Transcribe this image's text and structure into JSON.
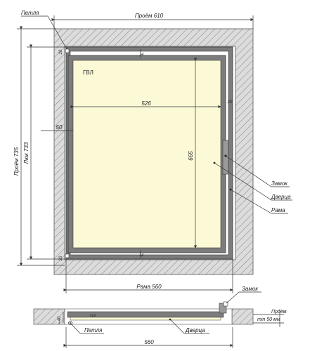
{
  "colors": {
    "wall": "#dcdcdc",
    "hatch": "#8a8a8a",
    "frame": "#7c7c7c",
    "panel": "#fbf9d6",
    "outline": "#3a3a3a"
  },
  "labels": {
    "opening_width": "Проём 610",
    "opening_height": "Проём 735",
    "hatch_height": "Люк 733",
    "frame_width": "Рама 560",
    "panel_width": "526",
    "panel_height": "665",
    "material": "ГВЛ",
    "hinge": "Петля",
    "lock": "Замок",
    "door": "Дверца",
    "frame": "Рама",
    "offset_50": "50",
    "gap_20_tl": "20",
    "gap_20_bl": "20",
    "gap_20_r": "20",
    "gap_14_top": "14",
    "gap_14_bottom": "14",
    "section_lock": "Замок",
    "section_opening_line1": "Проём",
    "section_opening_line2": "min 50 мм",
    "section_hinge": "Петля",
    "section_door": "Дверца",
    "section_width": "560",
    "section_depth": "40",
    "section_small": "1",
    "section_frame_mark": "ГВЛ"
  }
}
